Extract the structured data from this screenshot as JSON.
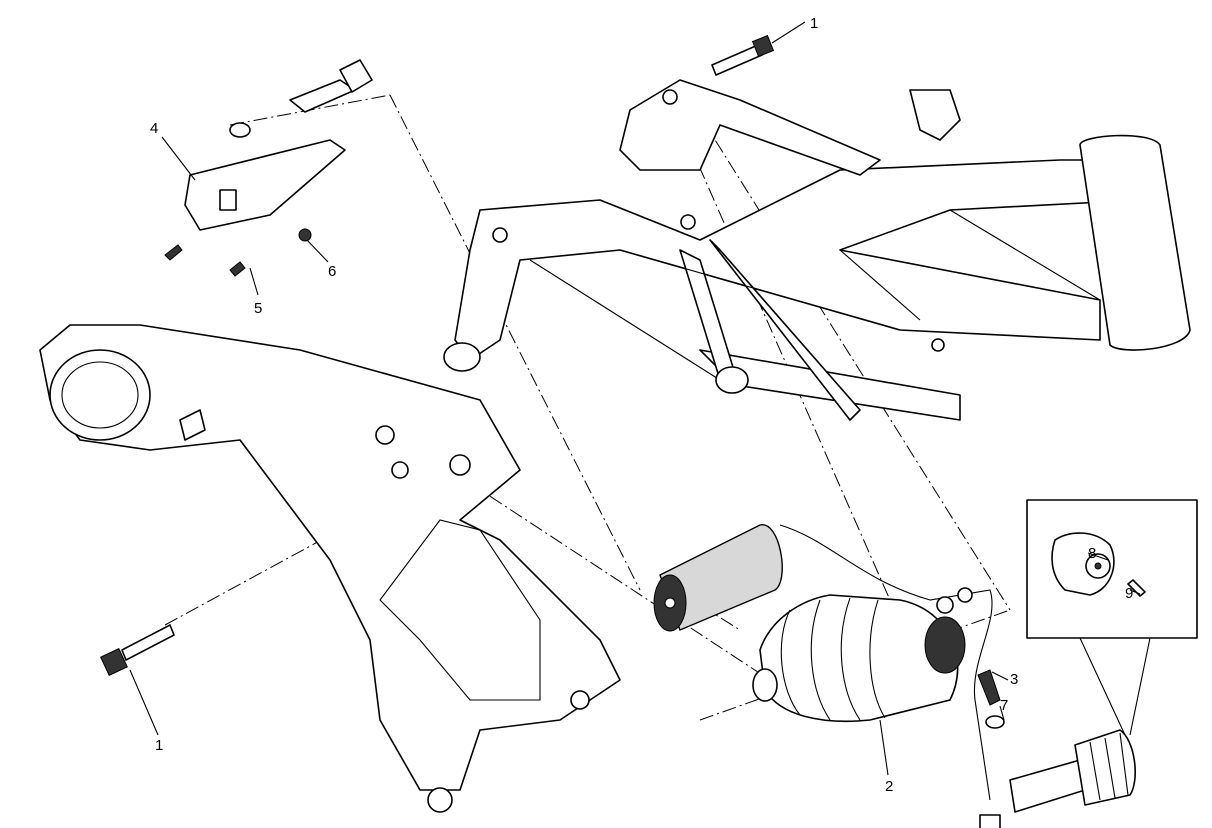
{
  "diagram": {
    "callouts": [
      {
        "id": "callout-1-top",
        "label": "1"
      },
      {
        "id": "callout-4",
        "label": "4"
      },
      {
        "id": "callout-5",
        "label": "5"
      },
      {
        "id": "callout-6",
        "label": "6"
      },
      {
        "id": "callout-1-bottom",
        "label": "1"
      },
      {
        "id": "callout-2",
        "label": "2"
      },
      {
        "id": "callout-3",
        "label": "3"
      },
      {
        "id": "callout-7",
        "label": "7"
      },
      {
        "id": "callout-8",
        "label": "8"
      },
      {
        "id": "callout-9",
        "label": "9"
      }
    ]
  }
}
